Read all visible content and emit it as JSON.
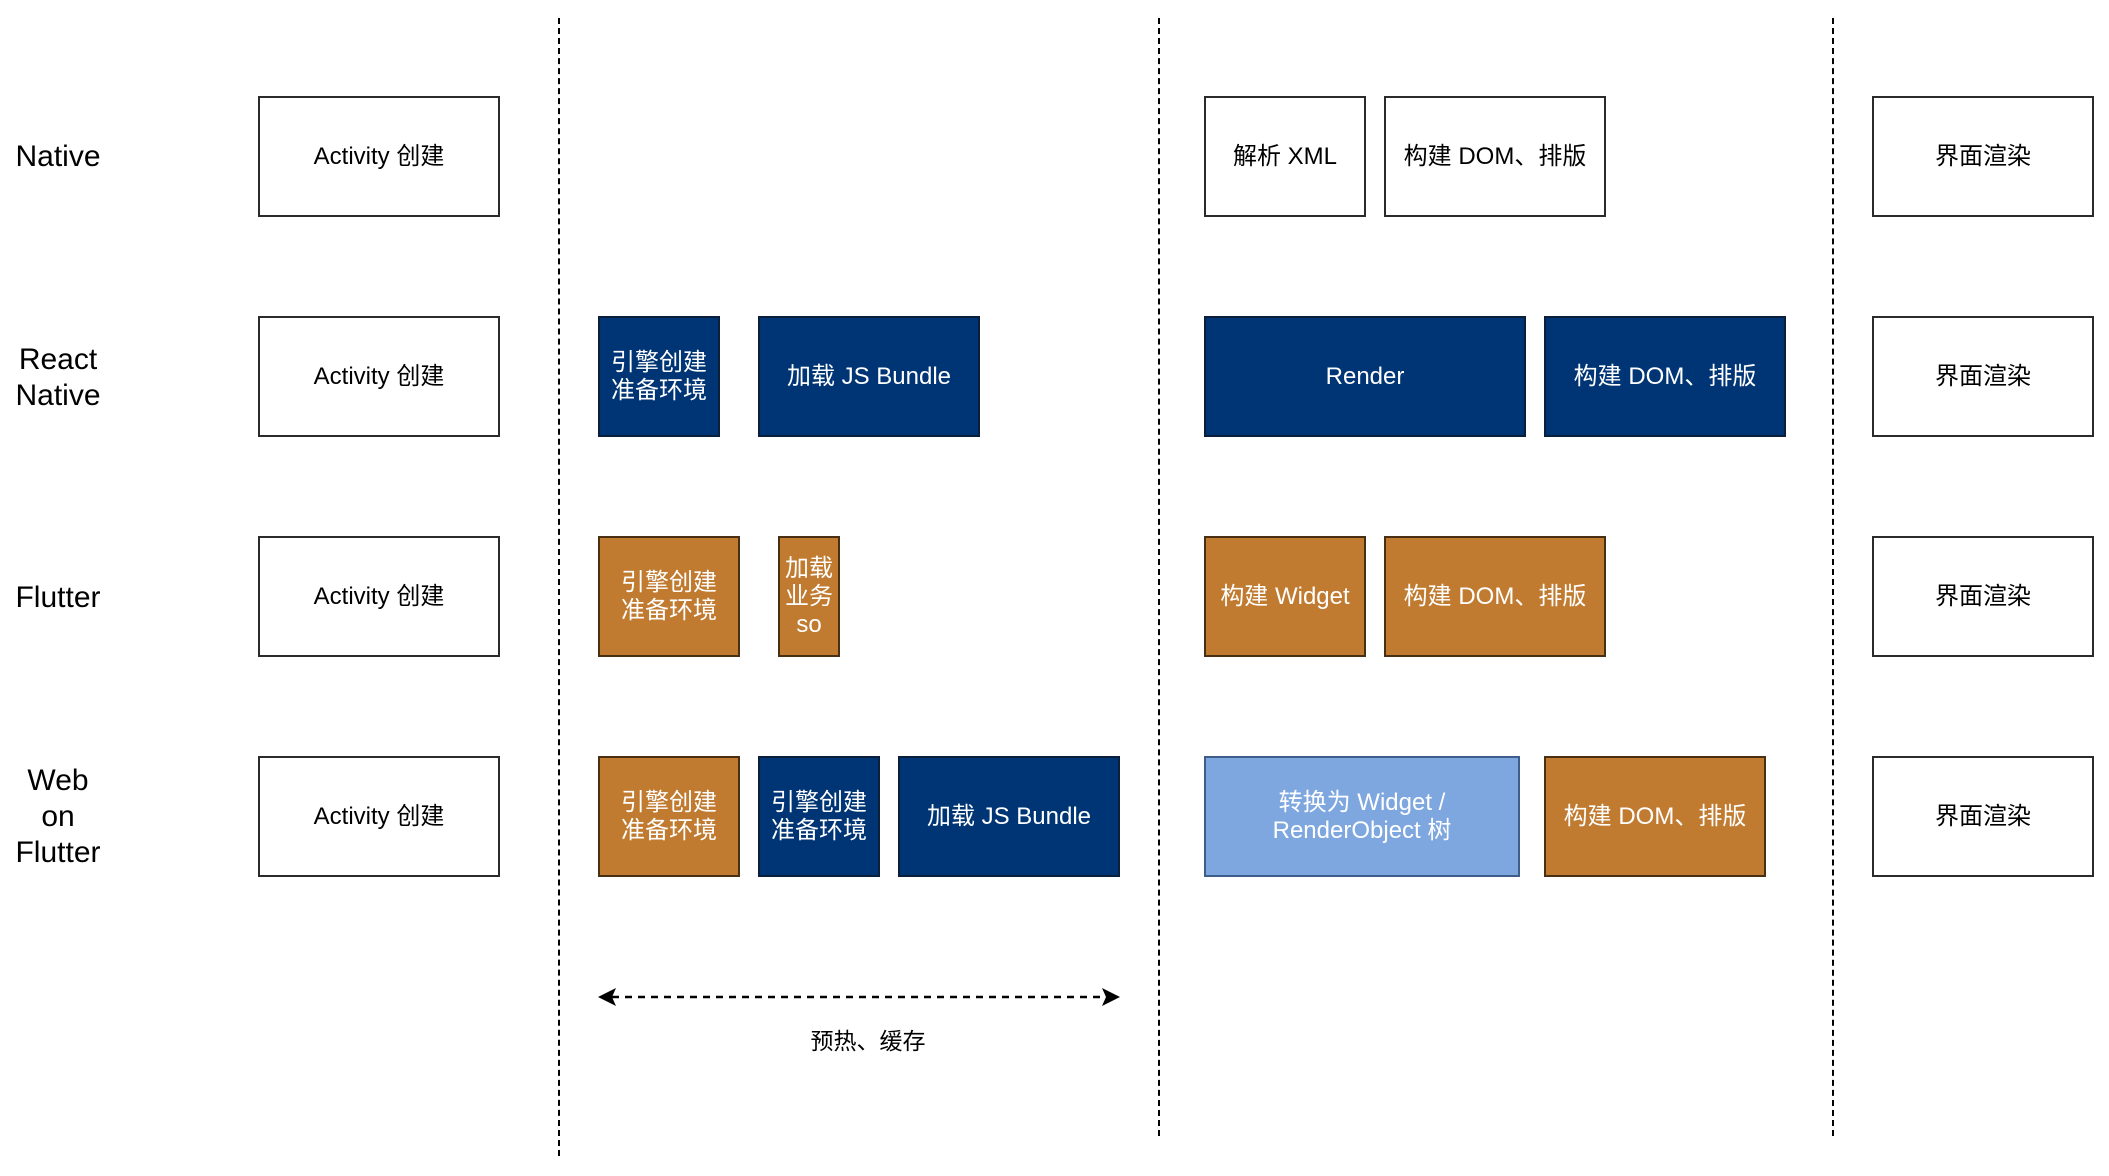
{
  "rows": {
    "native": "Native",
    "react_native": "React\nNative",
    "flutter": "Flutter",
    "web_on_flutter": "Web\non\nFlutter"
  },
  "native": {
    "activity": "Activity 创建",
    "parse_xml": "解析 XML",
    "build_dom": "构建 DOM、排版",
    "render_ui": "界面渲染"
  },
  "react_native": {
    "activity": "Activity 创建",
    "engine": "引擎创建\n准备环境",
    "load_bundle": "加载 JS Bundle",
    "render": "Render",
    "build_dom": "构建 DOM、排版",
    "render_ui": "界面渲染"
  },
  "flutter": {
    "activity": "Activity 创建",
    "engine": "引擎创建\n准备环境",
    "load_so": "加载\n业务\nso",
    "build_widget": "构建 Widget",
    "build_dom": "构建 DOM、排版",
    "render_ui": "界面渲染"
  },
  "web_on_flutter": {
    "activity": "Activity 创建",
    "engine_flutter": "引擎创建\n准备环境",
    "engine_js": "引擎创建\n准备环境",
    "load_bundle": "加载 JS Bundle",
    "convert": "转换为 Widget /\nRenderObject 树",
    "build_dom": "构建 DOM、排版",
    "render_ui": "界面渲染"
  },
  "preheat_label": "预热、缓存",
  "colors": {
    "navy": "#003575",
    "orange": "#c07b30",
    "light_blue": "#7ea7e0",
    "white": "#ffffff"
  }
}
